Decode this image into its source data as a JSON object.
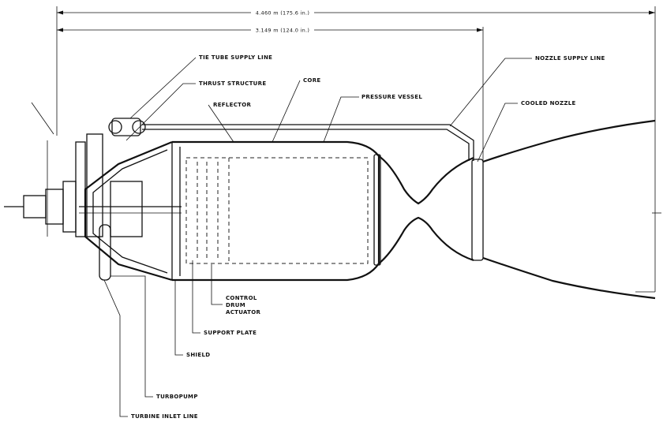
{
  "dimensions": {
    "overall": "4.460 m (175.6 in.)",
    "inner": "3.149 m (124.0 in.)"
  },
  "labels": {
    "tie_tube_supply_line": "TIE TUBE SUPPLY LINE",
    "thrust_structure": "THRUST STRUCTURE",
    "reflector": "REFLECTOR",
    "core": "CORE",
    "pressure_vessel": "PRESSURE VESSEL",
    "nozzle_supply_line": "NOZZLE SUPPLY LINE",
    "cooled_nozzle": "COOLED NOZZLE",
    "control_drum_actuator": [
      "CONTROL",
      "DRUM",
      "ACTUATOR"
    ],
    "support_plate": "SUPPORT PLATE",
    "shield": "SHIELD",
    "turbopump": "TURBOPUMP",
    "turbine_inlet_line": "TURBINE INLET LINE"
  },
  "colors": {
    "ink": "#111111",
    "paper": "#ffffff"
  }
}
